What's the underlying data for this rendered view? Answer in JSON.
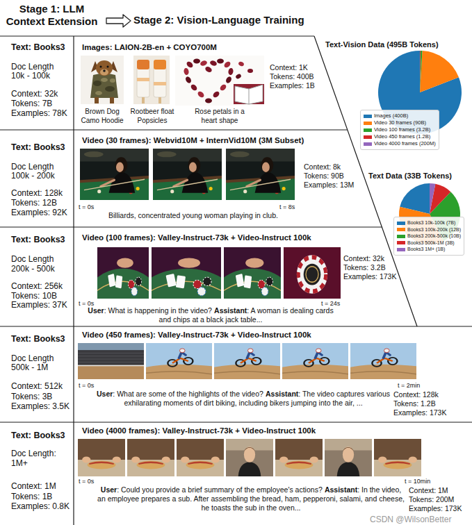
{
  "diagram": {
    "nodes": [
      {
        "text": [
          "Stage 1: LLM Context Extension"
        ]
      },
      {
        "text": [
          "Stage 2: Vision-Language Training"
        ]
      },
      {
        "text": [
          "Text: Books3",
          "Doc Length",
          "10k - 100k",
          "Context: 32k",
          "Tokens: 7B",
          "Examples: 78K"
        ]
      },
      {
        "text": [
          "Images: LAION-2B-en + COYO700M",
          "Context: 1K",
          "Tokens: 400B",
          "Examples: 1B"
        ]
      },
      {
        "text": [
          "Brown Dog Camo Hoodie"
        ],
        "in": 3
      },
      {
        "text": [
          "Rootbeer float Popsicles"
        ],
        "in": 3
      },
      {
        "text": [
          "Rose petals in a heart shape"
        ],
        "in": 3
      },
      {
        "text": [
          "Text: Books3",
          "Doc Length",
          "100k - 200k",
          "Context: 128k",
          "Tokens: 12B",
          "Examples: 92K"
        ]
      },
      {
        "text": [
          "Video (30 frames): Webvid10M + InternVid10M (3M Subset)",
          "t = 0s",
          "t = 8s",
          "Context: 8k",
          "Tokens: 90B",
          "Examples: 13M",
          "Billiards, concentrated young woman playing in club."
        ]
      },
      {
        "text": [
          "Text: Books3",
          "Doc Length",
          "200k - 500k",
          "Context: 256k",
          "Tokens: 10B",
          "Examples: 37K"
        ]
      },
      {
        "text": [
          "Video (100 frames): Valley-Instruct-73k + Video-Instruct 100k",
          "t = 0s",
          "t = 24s",
          "Context: 32k",
          "Tokens: 3.2B",
          "Examples: 173K",
          "User",
          ": What is happening in the video?",
          "Assistant",
          ": A woman is dealing cards and chips at a black jack table..."
        ]
      },
      {
        "text": [
          "Text: Books3",
          "Doc Length",
          "500k - 1M",
          "Context: 512k",
          "Tokens: 3B",
          "Examples: 3.5K"
        ]
      },
      {
        "text": [
          "Video (450 frames): Valley-Instruct-73k + Video-Instruct 100k",
          "t = 0s",
          "t = 2min",
          "User",
          ": What are some of the highlights of the video?",
          "Assistant",
          ": The video captures various exhilarating moments of dirt biking, including bikers jumping into the air, ...",
          "Context: 128k",
          "Tokens: 1.2B",
          "Examples: 173K"
        ]
      },
      {
        "text": [
          "Text: Books3",
          "Doc Length:",
          "1M+",
          "Context: 1M",
          "Tokens: 1B",
          "Examples: 0.8K"
        ]
      },
      {
        "text": [
          "Video (4000 frames): Valley-Instruct-73k + Video-Instruct 100k",
          "t = 0s",
          "t = 10min",
          "User",
          ": Could you provide a brief summary of the employee's actions?",
          "Assistant",
          ": In the video, an employee prepares a sub. After assembling the bread, ham, pepperoni, salami, and cheese, he toasts the sub in the oven...",
          "Context: 1M",
          "Tokens: 200M",
          "Examples: 173K"
        ]
      }
    ],
    "edges": [
      {
        "from": 0,
        "to": 1,
        "arrow": "to"
      }
    ],
    "labels": [
      "Text-Vision Data (495B Tokens)",
      "Text Data (33B Tokens)",
      "CSDN @WilsonBetter"
    ],
    "legend": [
      {
        "text": "Images (400B)",
        "color": "#1f77b4"
      },
      {
        "text": "Video 30 frames (90B)",
        "color": "#ff7f0e"
      },
      {
        "text": "Video 100 frames (3.2B)",
        "color": "#2ca02c"
      },
      {
        "text": "Video 450 frames (1.2B)",
        "color": "#d62728"
      },
      {
        "text": "Video 4000 frames (200M)",
        "color": "#9467bd"
      },
      {
        "text": "Books3 10k-100k (7B)",
        "color": "#1f77b4"
      },
      {
        "text": "Books3 100k-200k (12B)",
        "color": "#ff7f0e"
      },
      {
        "text": "Books3 200k-500k (10B)",
        "color": "#2ca02c"
      },
      {
        "text": "Books3 500k-1M (3B)",
        "color": "#d62728"
      },
      {
        "text": "Books3 1M+ (1B)",
        "color": "#9467bd"
      }
    ]
  }
}
